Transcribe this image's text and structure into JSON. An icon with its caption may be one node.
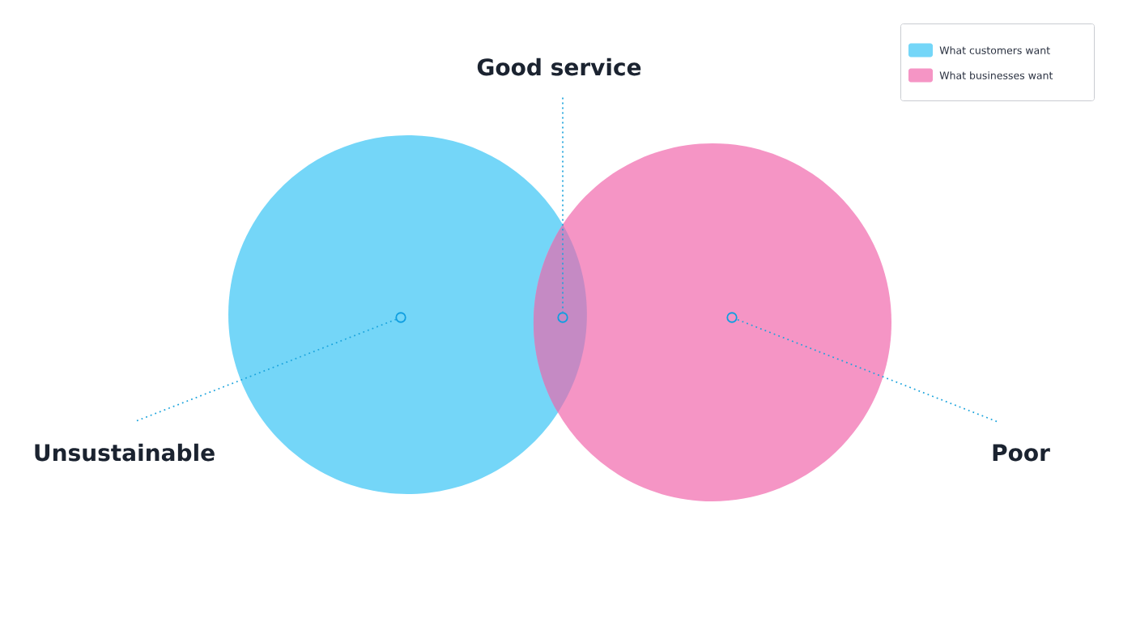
{
  "diagram": {
    "nodes": [
      {
        "text": [
          "Good service"
        ]
      },
      {
        "text": [
          "Unsustainable"
        ]
      },
      {
        "text": [
          "Poor"
        ]
      },
      {
        "text": [],
        "shape": "circle"
      },
      {
        "text": [],
        "shape": "circle"
      },
      {
        "text": [],
        "shape": "circle"
      }
    ],
    "edges": [
      {
        "from": 0,
        "to": 4,
        "arrow": "none"
      },
      {
        "from": 1,
        "to": 3,
        "arrow": "none"
      },
      {
        "from": 2,
        "to": 5,
        "arrow": "none"
      }
    ],
    "legend": [
      {
        "text": "What customers want",
        "color": "#74d6f8"
      },
      {
        "text": "What businesses want",
        "color": "#f595c5"
      }
    ]
  }
}
